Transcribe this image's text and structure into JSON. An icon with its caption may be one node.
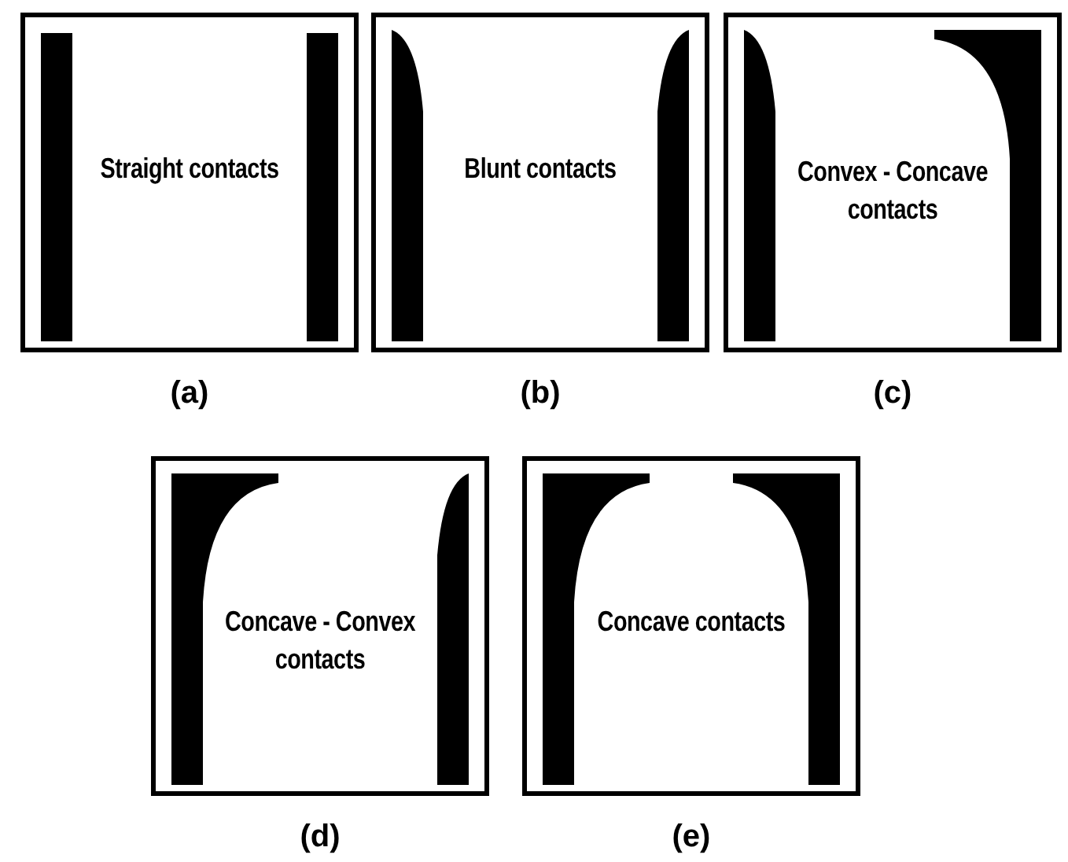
{
  "diagram": {
    "nodes": [
      {
        "text": [
          "Straight contacts"
        ],
        "beside": [
          "(a)"
        ]
      },
      {
        "text": [
          "Blunt contacts"
        ],
        "beside": [
          "(b)"
        ]
      },
      {
        "text": [
          "Convex - Concave contacts"
        ],
        "beside": [
          "(c)"
        ]
      },
      {
        "text": [
          "Concave - Convex contacts"
        ],
        "beside": [
          "(d)"
        ]
      },
      {
        "text": [
          "Concave contacts"
        ],
        "beside": [
          "(e)"
        ]
      }
    ]
  }
}
